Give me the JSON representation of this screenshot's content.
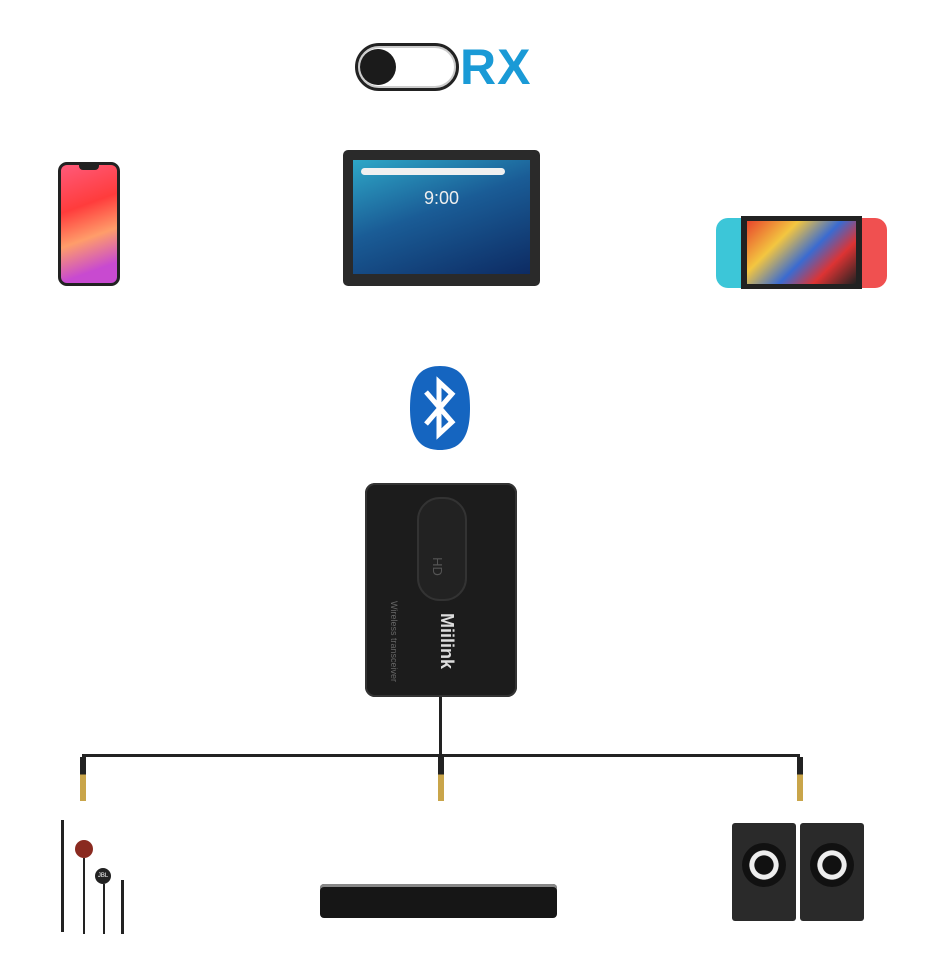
{
  "mode_label": "RX",
  "tablet": {
    "time": "9:00"
  },
  "transceiver": {
    "brand": "Miilink",
    "subtitle": "Wireless transceiver",
    "hd_label": "HD"
  },
  "earphones": {
    "brand": "JBL"
  },
  "colors": {
    "rx": "#1a9ad6",
    "bluetooth": "#1565c0"
  }
}
